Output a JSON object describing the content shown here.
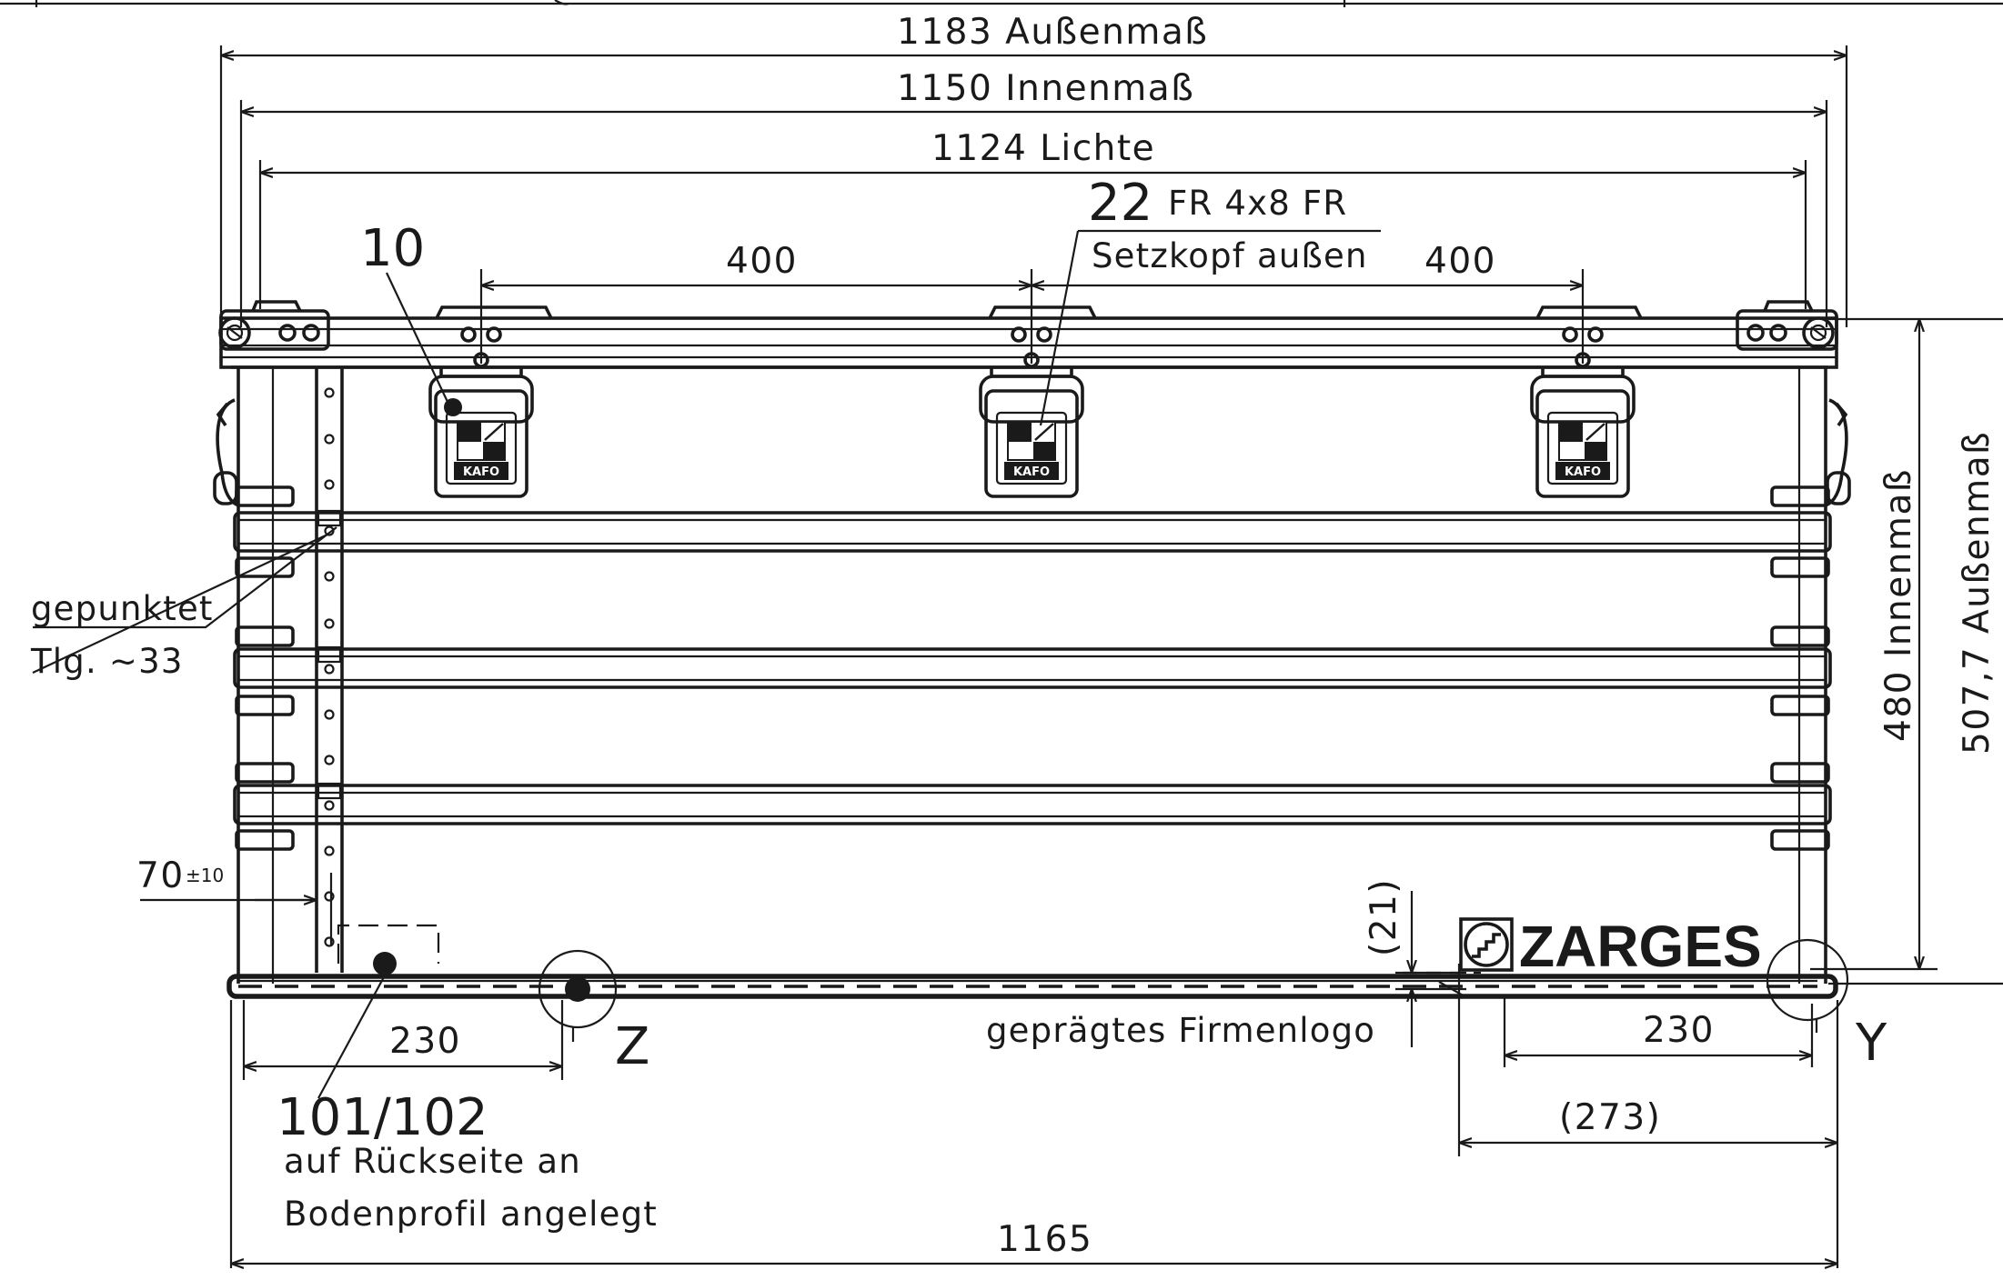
{
  "dimensions": {
    "outer_width": "1183  Außenmaß",
    "inner_width": "1150  Innenmaß",
    "clear_width": "1124  Lichte",
    "latch_spacing_left": "400",
    "latch_spacing_right": "400",
    "bottom_width": "1165",
    "inner_height": "480  Innenmaß",
    "outer_height": "507,7  Außenmaß",
    "left_offset": "230",
    "right_offset": "230",
    "right_offset_ref": "(273)",
    "logo_offset": "(21)",
    "rivet_offset": "70",
    "rivet_tolerance": "±10"
  },
  "callouts": {
    "latch_pos": "10",
    "rivet_pos": "22",
    "rivet_spec": "FR  4x8  FR",
    "rivet_note": "Setzkopf  außen",
    "spot_label": "gepunktet",
    "spot_count": "Tlg.  ~33",
    "label_pos": "101/102",
    "label_note_1": "auf  Rückseite  an",
    "label_note_2": "Bodenprofil  angelegt",
    "logo_note": "geprägtes  Firmenlogo",
    "detail_z": "Z",
    "detail_y": "Y"
  },
  "logo": {
    "text": "ZARGES"
  },
  "latch_badge": "KAFO",
  "colors": {
    "line": "#1a1a1a",
    "background": "#ffffff"
  }
}
